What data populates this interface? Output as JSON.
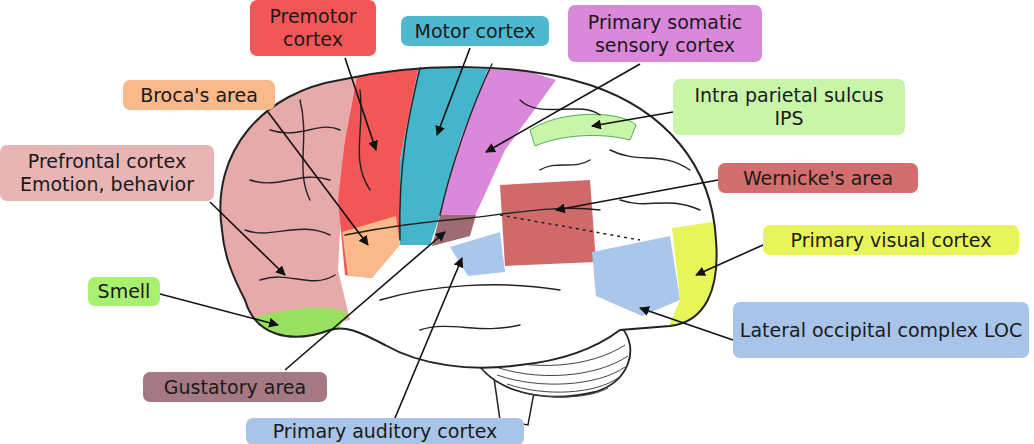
{
  "diagram": {
    "nodes": [
      {
        "text": [
          "Premotor cortex"
        ]
      },
      {
        "text": [
          "Motor cortex"
        ]
      },
      {
        "text": [
          "Primary somatic sensory cortex"
        ]
      },
      {
        "text": [
          "Broca's area"
        ]
      },
      {
        "text": [
          "Intra parietal sulcus IPS"
        ]
      },
      {
        "text": [
          "Prefrontal cortex Emotion, behavior"
        ]
      },
      {
        "text": [
          "Wernicke's area"
        ]
      },
      {
        "text": [
          "Primary visual cortex"
        ]
      },
      {
        "text": [
          "Smell"
        ]
      },
      {
        "text": [
          "Lateral occipital complex LOC"
        ]
      },
      {
        "text": [
          "Gustatory area"
        ]
      },
      {
        "text": [
          "Primary auditory cortex"
        ]
      }
    ]
  }
}
